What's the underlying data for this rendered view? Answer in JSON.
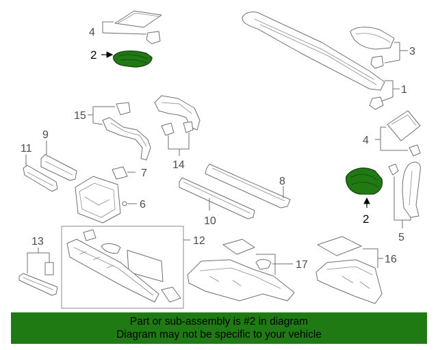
{
  "diagram": {
    "highlight_color": "#1f7a13",
    "callouts": [
      "1",
      "2",
      "3",
      "4",
      "5",
      "6",
      "7",
      "8",
      "9",
      "10",
      "11",
      "12",
      "13",
      "14",
      "15",
      "16",
      "17"
    ]
  },
  "banner": {
    "line1": "Part or sub-assembly is #2 in diagram",
    "line2": "Diagram may not be specific to your vehicle",
    "background": "#1f7a13"
  }
}
